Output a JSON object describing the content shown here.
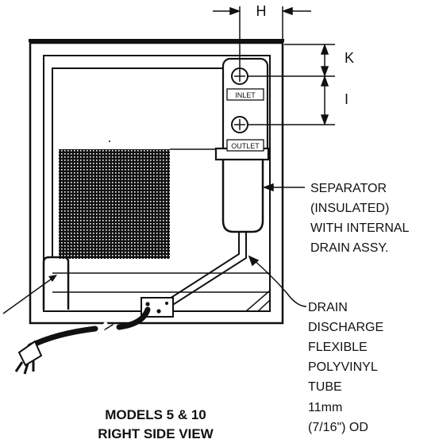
{
  "dimensions": {
    "h": "H",
    "k": "K",
    "i": "I"
  },
  "ports": {
    "inlet": "INLET",
    "outlet": "OUTLET"
  },
  "separator_label": [
    "SEPARATOR",
    "(INSULATED)",
    "WITH INTERNAL",
    "DRAIN ASSY."
  ],
  "drain_label": [
    "DRAIN",
    "DISCHARGE",
    "FLEXIBLE",
    "POLYVINYL",
    "TUBE",
    "11mm",
    "(7/16\") OD"
  ],
  "title": [
    "MODELS  5 & 10",
    "RIGHT SIDE VIEW"
  ],
  "colors": {
    "line": "#111111",
    "background": "#ffffff"
  }
}
